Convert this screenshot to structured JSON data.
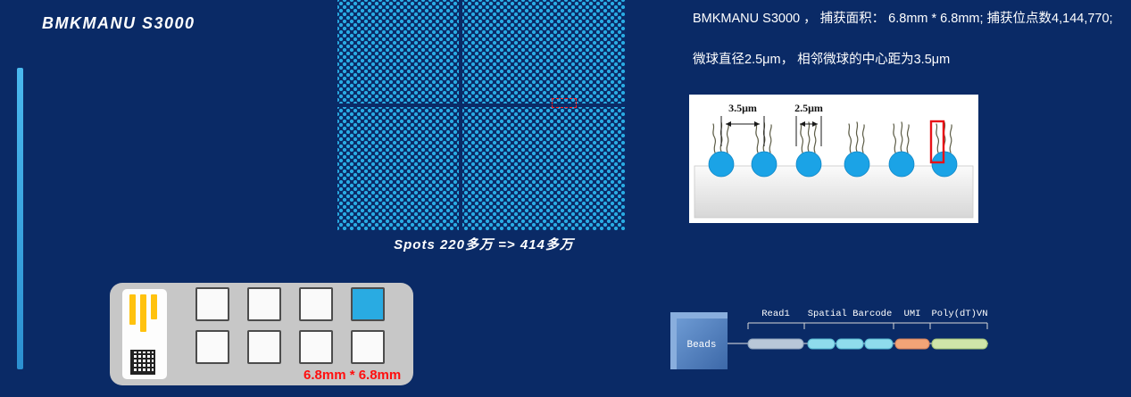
{
  "theme": {
    "background": "#0a2a66",
    "dot_color": "#29abe2",
    "accent_bar": "#3fa9dc",
    "highlight_red": "#ff0f0f"
  },
  "header": {
    "title": "BMKMANU S3000"
  },
  "spot_grid": {
    "caption": "Spots  220多万 => 414多万"
  },
  "chip": {
    "size_label": "6.8mm * 6.8mm",
    "well_count": 8,
    "active_well": "row1-col4"
  },
  "specs": {
    "line1": "BMKMANU S3000 ， 捕获面积： 6.8mm * 6.8mm; 捕获位点数4,144,770;",
    "line2": "微球直径2.5μm， 相邻微球的中心距为3.5μm"
  },
  "bead_figure": {
    "pitch_label": "3.5μm",
    "diameter_label": "2.5μm",
    "bead_count": 6,
    "bead_color": "#1ba3e6"
  },
  "construct": {
    "beads_label": "Beads",
    "segments": [
      {
        "label": "Read1",
        "color": "#b9c7d8"
      },
      {
        "label": "Spatial Barcode",
        "color": "#8fdcec"
      },
      {
        "label": "UMI",
        "color": "#f2a477"
      },
      {
        "label": "Poly(dT)VN",
        "color": "#cfe5a9"
      }
    ]
  }
}
